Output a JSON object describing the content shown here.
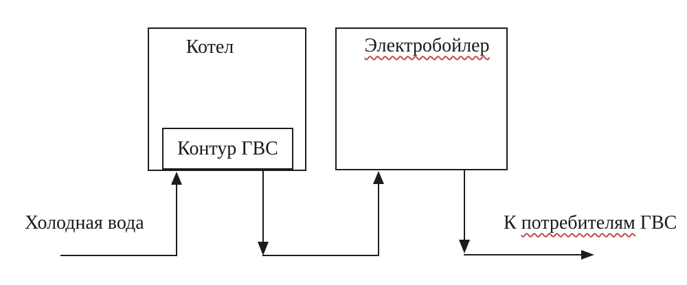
{
  "boxes": {
    "boiler": {
      "label": "Котел"
    },
    "dhw": {
      "label": "Контур ГВС"
    },
    "electric": {
      "label": "Электробойлер"
    }
  },
  "labels": {
    "cold_water": "Холодная вода",
    "consumers_k": "К",
    "consumers_word": "потребителям",
    "consumers_gvs": "ГВС"
  },
  "colors": {
    "line": "#1c1c1c",
    "text": "#1a1a1a",
    "spellcheck": "#bf4a45",
    "bg": "#ffffff"
  }
}
